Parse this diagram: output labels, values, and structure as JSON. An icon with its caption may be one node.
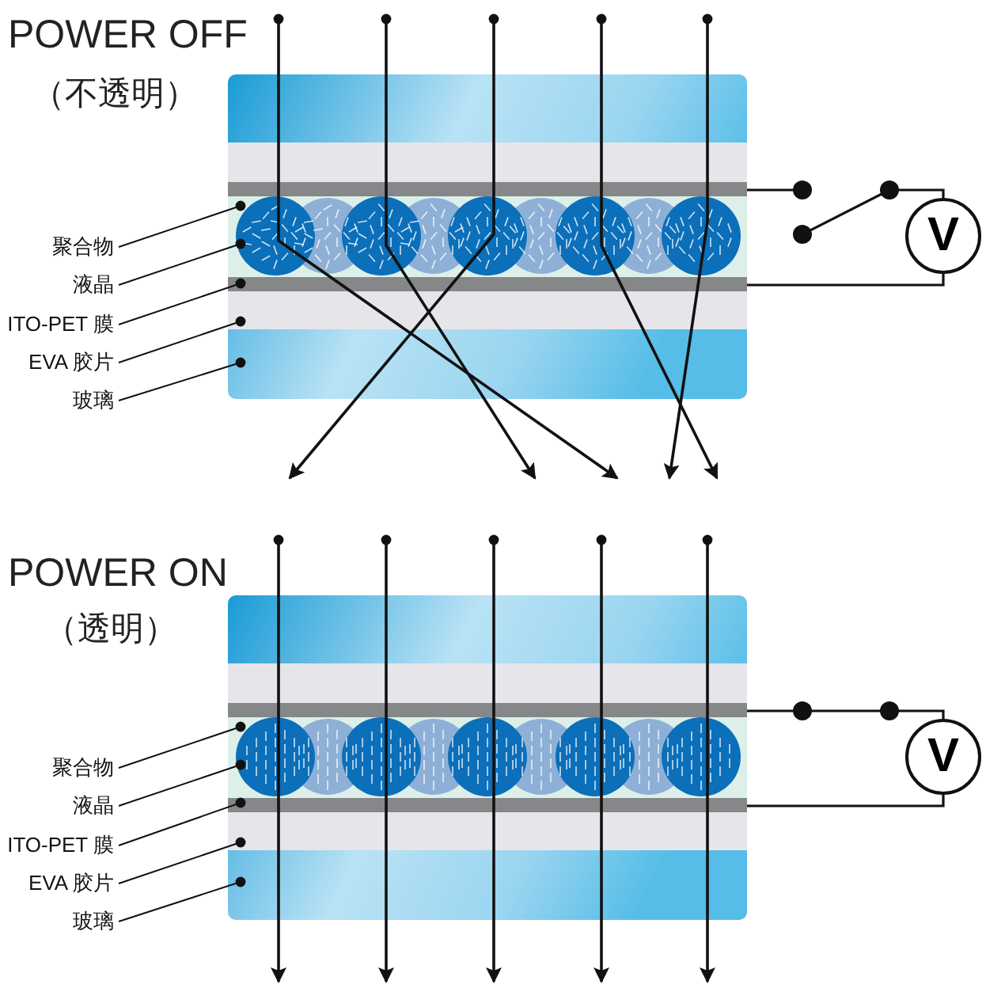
{
  "diagram": {
    "nodes": [
      {
        "text": [
          "聚合物"
        ]
      },
      {
        "text": [
          "液晶"
        ]
      },
      {
        "text": [
          "ITO-PET 膜"
        ]
      },
      {
        "text": [
          "EVA 胶片"
        ]
      },
      {
        "text": [
          "玻璃"
        ]
      },
      {
        "text": [
          "V"
        ]
      },
      {
        "text": [
          "聚合物"
        ]
      },
      {
        "text": [
          "液晶"
        ]
      },
      {
        "text": [
          "ITO-PET 膜"
        ]
      },
      {
        "text": [
          "EVA 胶片"
        ]
      },
      {
        "text": [
          "玻璃"
        ]
      },
      {
        "text": [
          "V"
        ]
      }
    ],
    "edges": [
      {
        "from": 0,
        "to": null,
        "arrow": "other"
      },
      {
        "from": 1,
        "to": null,
        "arrow": "other"
      },
      {
        "from": 2,
        "to": null,
        "arrow": "other"
      },
      {
        "from": 3,
        "to": null,
        "arrow": "other"
      },
      {
        "from": 4,
        "to": null,
        "arrow": "other"
      },
      {
        "from": 6,
        "to": null,
        "arrow": "other"
      },
      {
        "from": 7,
        "to": null,
        "arrow": "other"
      },
      {
        "from": 8,
        "to": null,
        "arrow": "other"
      },
      {
        "from": 9,
        "to": null,
        "arrow": "other"
      },
      {
        "from": 10,
        "to": null,
        "arrow": "other"
      }
    ],
    "labels": [
      "POWER OFF",
      "（不透明）",
      "POWER ON",
      "（透明）"
    ]
  }
}
